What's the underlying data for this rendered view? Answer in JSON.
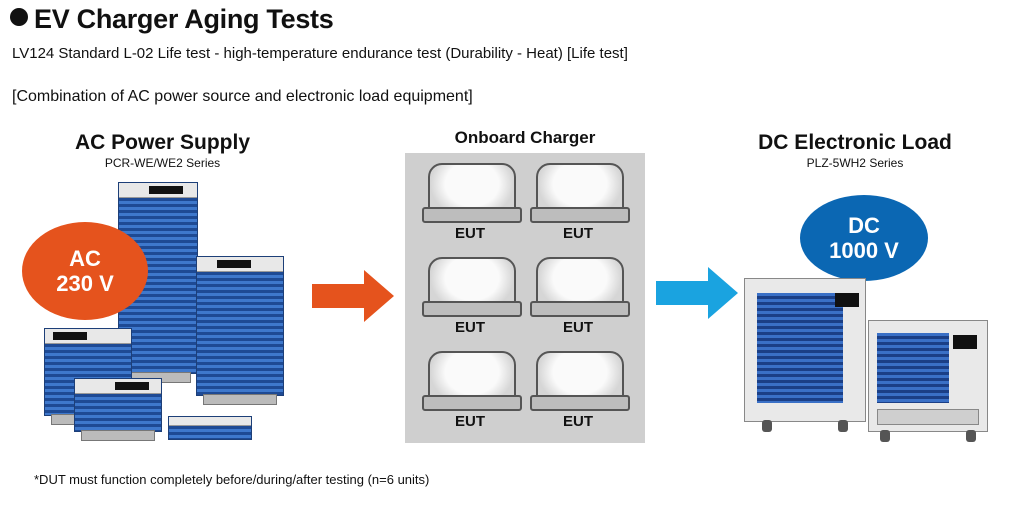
{
  "title": "EV Charger Aging Tests",
  "subtitle": "LV124 Standard L-02 Life test - high-temperature endurance test (Durability - Heat) [Life test]",
  "combination": "[Combination of AC power source and electronic load equipment]",
  "ac_supply": {
    "heading": "AC Power Supply",
    "series": "PCR-WE/WE2 Series",
    "badge_line1": "AC",
    "badge_line2": "230 V",
    "badge_color": "#e5531d"
  },
  "charger": {
    "heading": "Onboard Charger",
    "eut_labels": [
      "EUT",
      "EUT",
      "EUT",
      "EUT",
      "EUT",
      "EUT"
    ]
  },
  "dc_load": {
    "heading": "DC Electronic Load",
    "series": "PLZ-5WH2 Series",
    "badge_line1": "DC",
    "badge_line2": "1000 V",
    "badge_color": "#0b67b3"
  },
  "arrows": {
    "left_color": "#e5531d",
    "right_color": "#1aa3e0"
  },
  "footnote": "*DUT must function completely before/during/after testing (n=6 units)"
}
